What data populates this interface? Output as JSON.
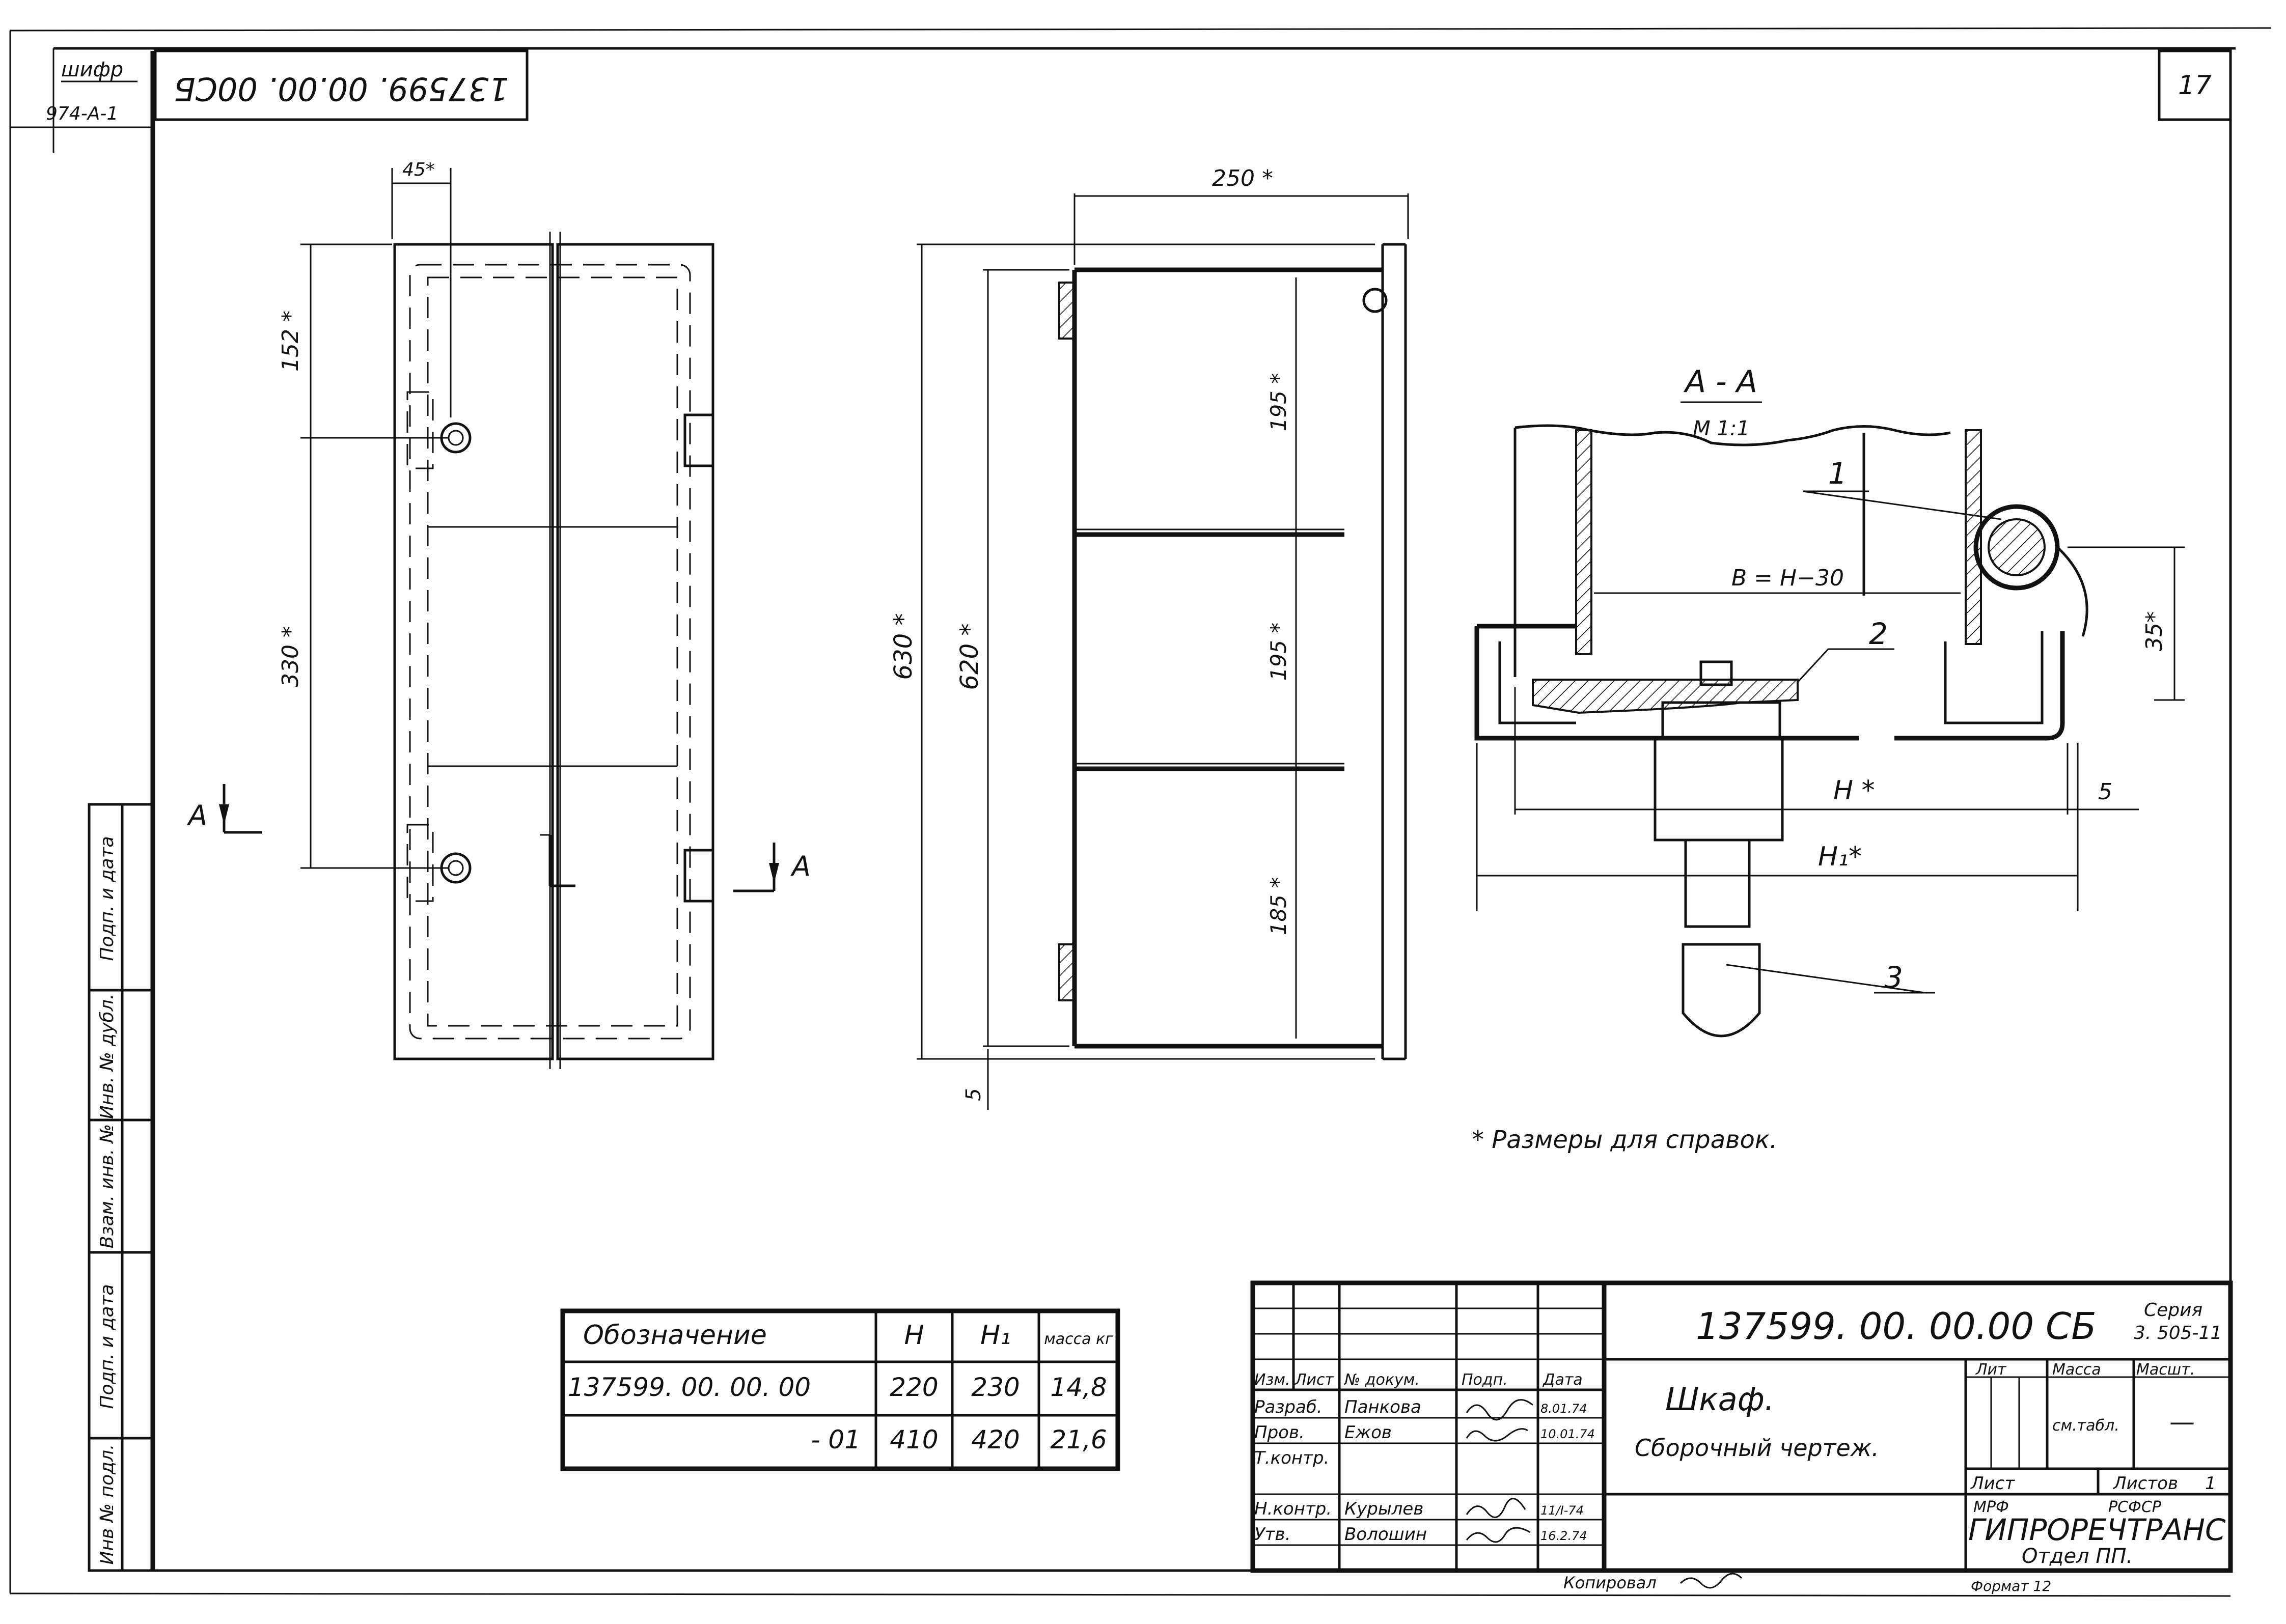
{
  "sheet": {
    "cipher_label": "шифр",
    "cipher_code": "974-А-1",
    "designation_rotated": "137599. 00.00. 00СБ",
    "sheet_number": "17"
  },
  "side_stamp": {
    "fields": [
      "Инв № подл.",
      "Подп. и дата",
      "Взам. инв. №",
      "Инв. № дубл.",
      "Подп. и дата"
    ]
  },
  "front_view": {
    "dim_top": "45*",
    "dim_upper": "152 *",
    "dim_mid": "330 *",
    "section_mark": "А"
  },
  "side_view": {
    "dim_width": "250 *",
    "dim_total": "630 *",
    "dim_inner": "620 *",
    "dim_shelf1": "195 *",
    "dim_shelf2": "195 *",
    "dim_shelf3": "185 *",
    "dim_bottom": "5"
  },
  "section_view": {
    "title": "А - А",
    "scale": "М 1:1",
    "callout1": "1",
    "callout2": "2",
    "callout3": "3",
    "dim_b": "В = Н−30",
    "dim_35": "35*",
    "dim_h": "Н *",
    "dim_h1": "Н₁*",
    "dim_5": "5"
  },
  "note": "* Размеры для справок.",
  "variants_table": {
    "headers": [
      "Обозначение",
      "Н",
      "Н₁",
      "масса кг"
    ],
    "rows": [
      [
        "137599. 00. 00. 00",
        "220",
        "230",
        "14,8"
      ],
      [
        "- 01",
        "410",
        "420",
        "21,6"
      ]
    ]
  },
  "title_block": {
    "document_code": "137599. 00. 00.00 СБ",
    "series_label": "Серия",
    "series_value": "3. 505-11",
    "name": "Шкаф.",
    "doc_type": "Сборочный чертеж.",
    "col_headers": [
      "Изм.",
      "Лист",
      "№ докум.",
      "Подп.",
      "Дата"
    ],
    "roles": [
      {
        "role": "Разраб.",
        "name": "Панкова",
        "date": "8.01.74"
      },
      {
        "role": "Пров.",
        "name": "Ежов",
        "date": "10.01.74"
      },
      {
        "role": "Т.контр.",
        "name": "",
        "date": ""
      },
      {
        "role": "Н.контр.",
        "name": "Курылев",
        "date": "11/I-74"
      },
      {
        "role": "Утв.",
        "name": "Волошин",
        "date": "16.2.74"
      }
    ],
    "lit_label": "Лит",
    "mass_label": "Масса",
    "scale_label": "Масшт.",
    "mass_value": "см.табл.",
    "scale_value": "—",
    "sheet_label": "Лист",
    "sheets_label": "Листов",
    "sheets_value": "1",
    "org_line1_left": "МРФ",
    "org_line1_right": "РСФСР",
    "org_name": "ГИПРОРЕЧТРАНС",
    "org_dept": "Отдел ПП.",
    "copied_label": "Копировал",
    "format_label": "Формат 12"
  }
}
